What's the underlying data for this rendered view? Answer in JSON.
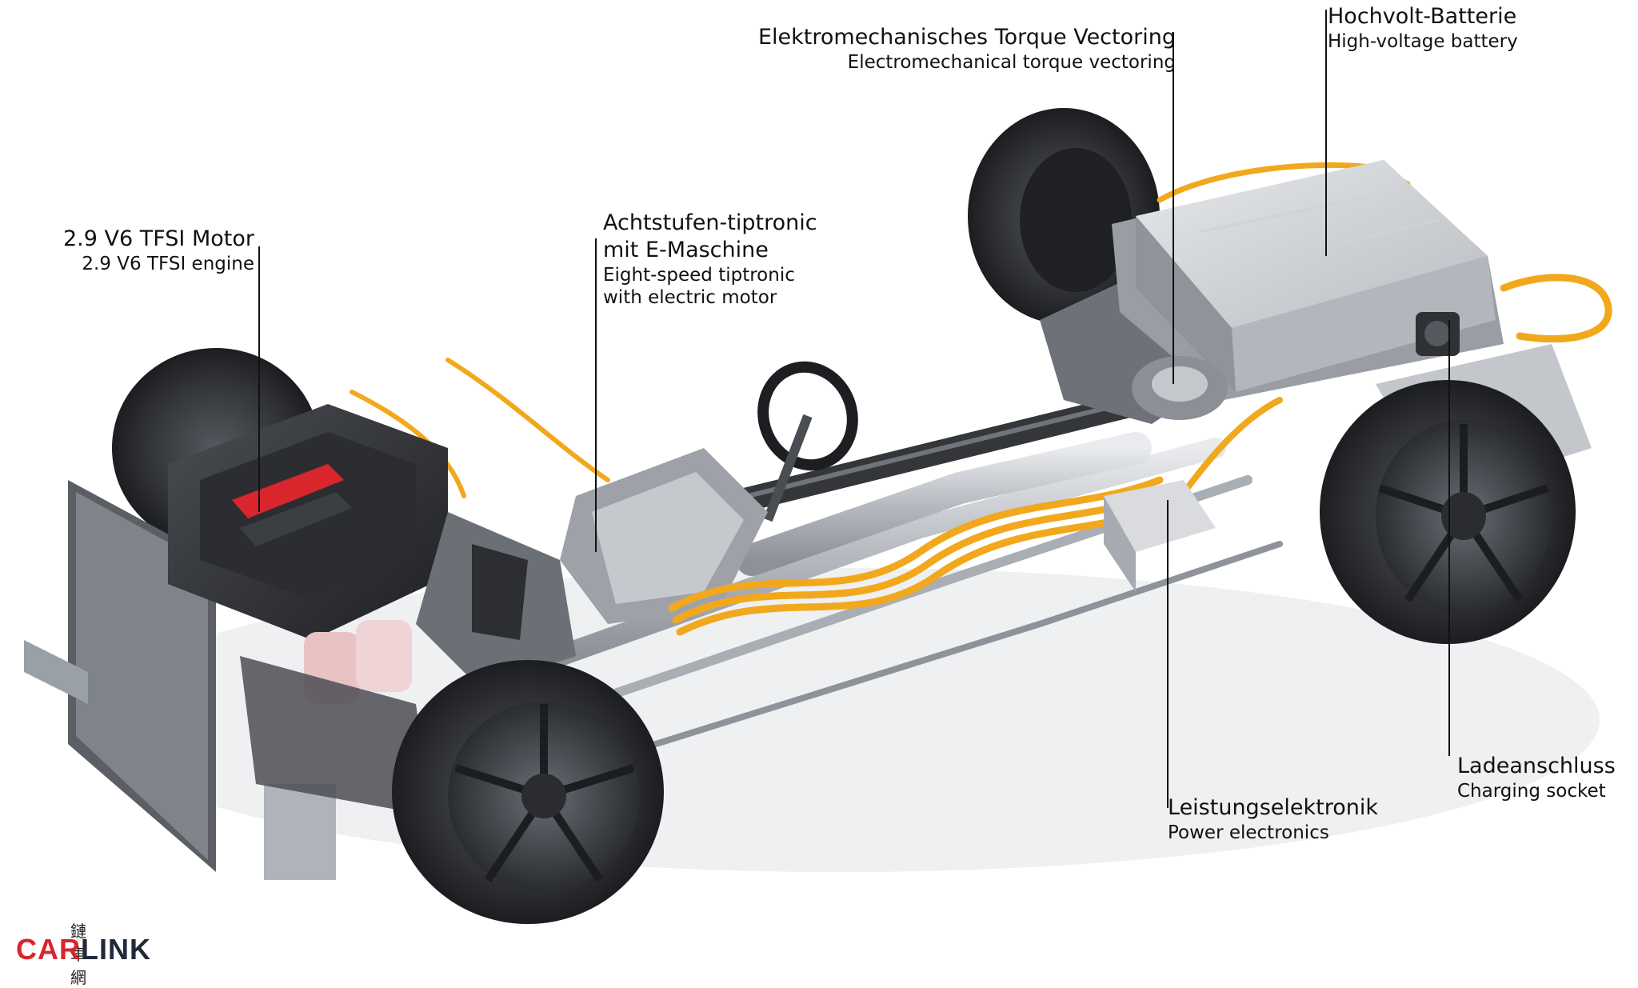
{
  "labels": {
    "engine": {
      "de": "2.9 V6 TFSI Motor",
      "en": "2.9 V6 TFSI engine"
    },
    "transmission": {
      "de1": "Achtstufen-tiptronic",
      "de2": "mit E-Maschine",
      "en1": "Eight-speed tiptronic",
      "en2": "with electric motor"
    },
    "torque_vectoring": {
      "de": "Elektromechanisches Torque Vectoring",
      "en": "Electromechanical torque vectoring"
    },
    "battery": {
      "de": "Hochvolt-Batterie",
      "en": "High-voltage battery"
    },
    "power_electronics": {
      "de": "Leistungselektronik",
      "en": "Power electronics"
    },
    "charging_socket": {
      "de": "Ladeanschluss",
      "en": "Charging socket"
    }
  },
  "watermark": {
    "chinese": "鏈車網",
    "brand_red": "CAR",
    "brand_dark": "LINK"
  },
  "colors": {
    "cable": "#f2a81c",
    "tire": "#2b2d31",
    "rim": "#3a3d42",
    "metal": "#c9ccd1",
    "accent_red": "#d8262c"
  }
}
